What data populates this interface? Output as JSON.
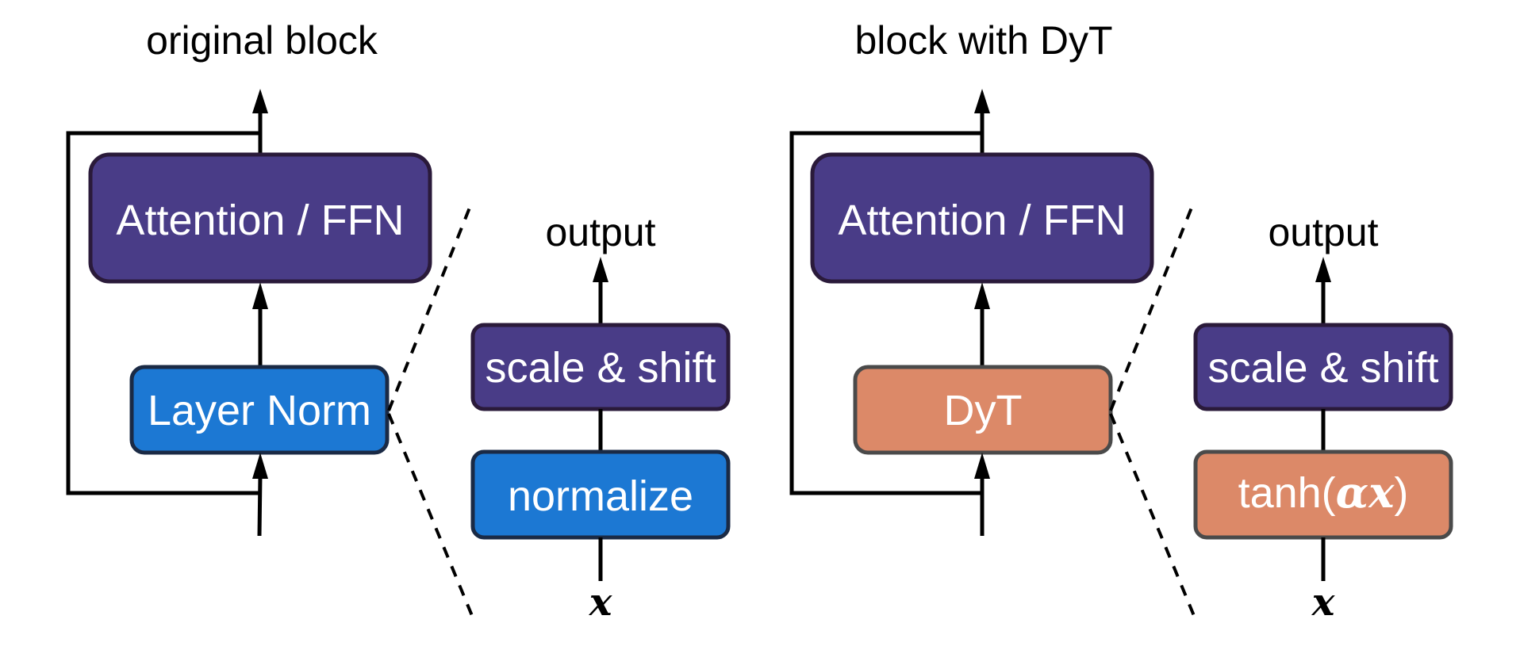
{
  "colors": {
    "purple": "#493C87",
    "blue": "#1C78D3",
    "orange": "#DC8968",
    "purple_border": "#2A1A3A",
    "blue_border": "#1A2A45",
    "orange_border": "#4A4A4A",
    "line": "#000000"
  },
  "left": {
    "title": "original block",
    "attention_label": "Attention / FFN",
    "norm_label": "Layer Norm",
    "detail": {
      "output_label": "output",
      "scale_label": "scale & shift",
      "inner_label": "normalize",
      "input_label": "x"
    }
  },
  "right": {
    "title": "block with DyT",
    "attention_label": "Attention / FFN",
    "norm_label": "DyT",
    "detail": {
      "output_label": "output",
      "scale_label": "scale & shift",
      "inner_func": "tanh(",
      "inner_arg": "αx",
      "inner_close": ")",
      "input_label": "x"
    }
  }
}
